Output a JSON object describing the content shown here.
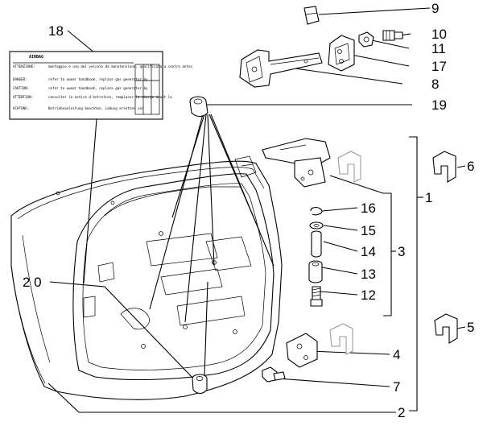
{
  "callouts": {
    "c1": "1",
    "c2": "2",
    "c3": "3",
    "c4": "4",
    "c5": "5",
    "c6": "6",
    "c7": "7",
    "c8": "8",
    "c9": "9",
    "c10": "10",
    "c11": "11",
    "c12": "12",
    "c13": "13",
    "c14": "14",
    "c15": "15",
    "c16": "16",
    "c17": "17",
    "c18": "18",
    "c19": "19",
    "c20": "2 0"
  },
  "warning_label": {
    "title": "AIRBAG",
    "rows": [
      {
        "head": "ATTENZIONE:",
        "text": "montaggio e uso del veicolo da manutenzione, qualificata o centro antes"
      },
      {
        "head": "DANGER:",
        "text": "refer to owner handbook, replace gas generator by"
      },
      {
        "head": "CAUTION:",
        "text": "refer to owner handbook, replace gas generator by"
      },
      {
        "head": "ATTENTION:",
        "text": "consulter le notice d'entretien, remplacer le charge avant le"
      },
      {
        "head": "ACHTUNG:",
        "text": "Betriebsanleitung beachten, Ladung ersetzen vor"
      }
    ]
  }
}
